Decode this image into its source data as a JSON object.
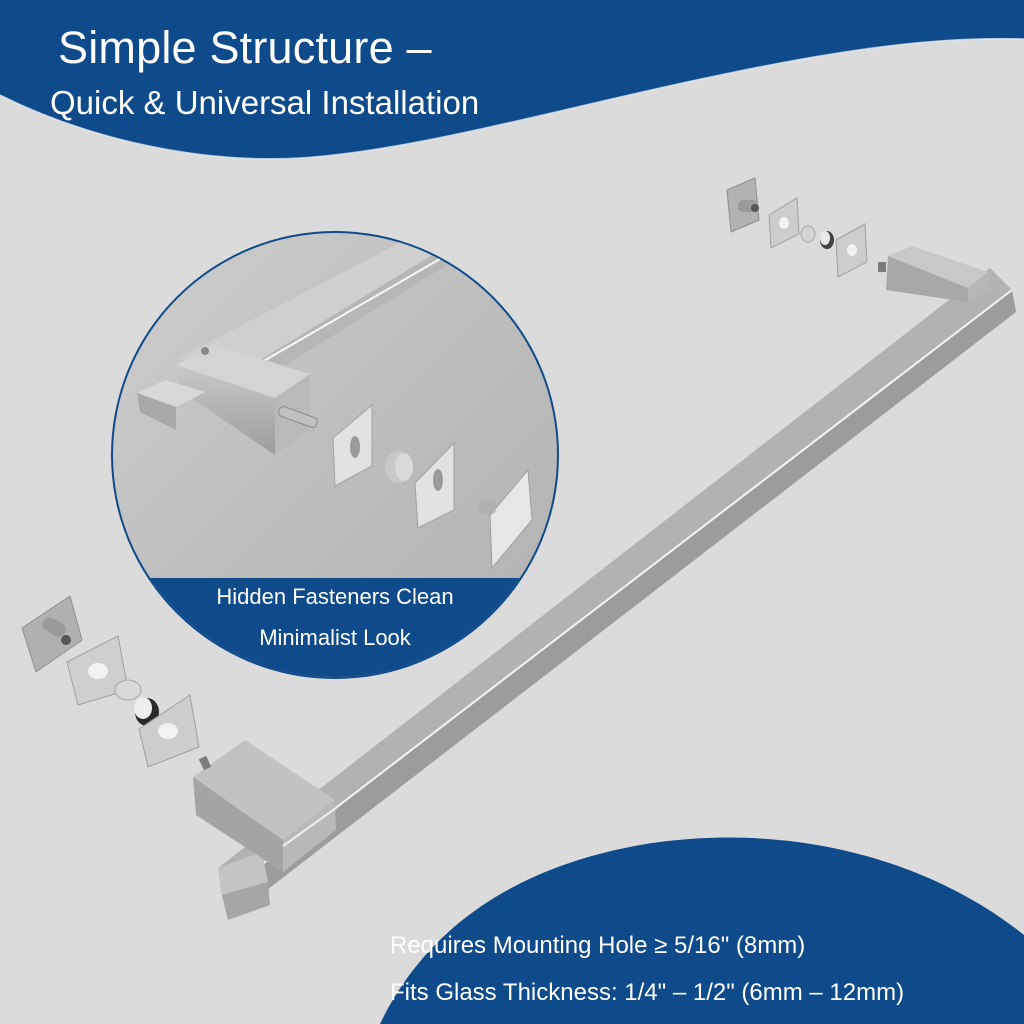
{
  "header": {
    "title": "Simple Structure –",
    "subtitle": "Quick & Universal Installation"
  },
  "callout": {
    "line1": "Hidden Fasteners Clean",
    "line2": "Minimalist Look"
  },
  "specs": [
    "Requires Mounting Hole ≥ 5/16\" (8mm)",
    "Fits Glass Thickness: 1/4\" – 1/2\" (6mm – 12mm)"
  ],
  "colors": {
    "brand_blue": "#0f4a8a",
    "background": "#dbdbdb",
    "steel_top": "#b4b4b4",
    "steel_side": "#9a9a9a"
  },
  "product": {
    "name": "square shower door handle bar",
    "parts": [
      "pull bar",
      "mounting post",
      "washer",
      "spacer",
      "grommet",
      "mounting plate",
      "set screw"
    ]
  }
}
